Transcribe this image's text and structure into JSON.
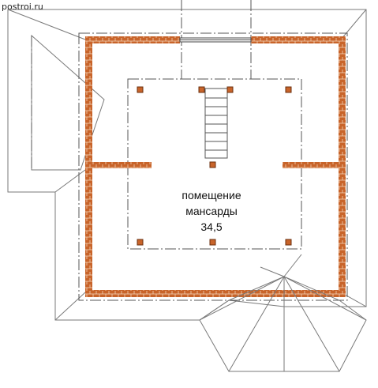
{
  "watermark": "postroi.ru",
  "room": {
    "name_line1": "помещение",
    "name_line2": "мансарды",
    "area": "34,5"
  },
  "colors": {
    "wall_brick": "#c8642a",
    "line": "#7a7a7a"
  }
}
